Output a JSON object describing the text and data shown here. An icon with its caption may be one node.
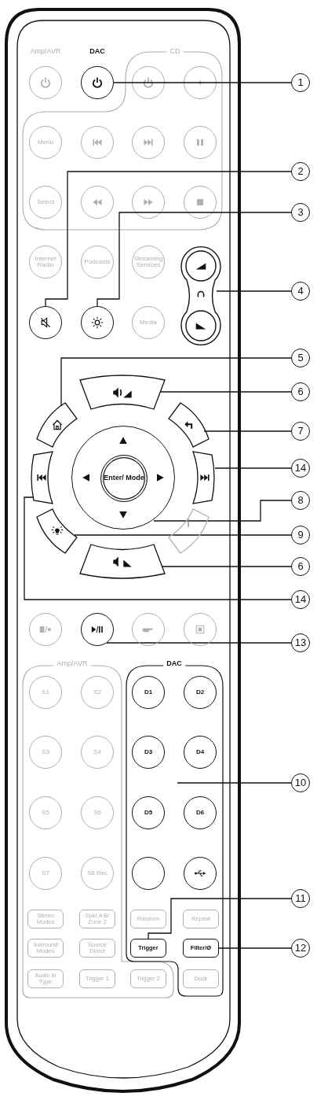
{
  "diagram": {
    "nodes": [
      {
        "text": [
          "CD"
        ]
      },
      {
        "text": [],
        "shape": "circle"
      },
      {
        "text": [],
        "shape": "circle"
      },
      {
        "text": [],
        "shape": "circle",
        "in": 0
      },
      {
        "text": [],
        "shape": "circle",
        "in": 0
      },
      {
        "text": [
          "Menu"
        ],
        "in": 0
      },
      {
        "text": [],
        "shape": "circle",
        "in": 0
      },
      {
        "text": [],
        "shape": "circle",
        "in": 0
      },
      {
        "text": [],
        "shape": "circle",
        "in": 0
      },
      {
        "text": [
          "Select"
        ],
        "in": 0
      },
      {
        "text": [],
        "shape": "circle",
        "in": 0
      },
      {
        "text": [],
        "shape": "circle",
        "in": 0
      },
      {
        "text": [],
        "shape": "circle",
        "in": 0
      },
      {
        "text": [
          "Internet Radio"
        ]
      },
      {
        "text": [
          "Podcasts"
        ]
      },
      {
        "text": [
          "Streaming Services"
        ]
      },
      {
        "text": [],
        "shape": "box"
      },
      {
        "text": [],
        "shape": "circle"
      },
      {
        "text": [],
        "shape": "circle"
      },
      {
        "text": [
          "Media"
        ]
      },
      {
        "text": [],
        "shape": "box"
      },
      {
        "text": [],
        "shape": "box"
      },
      {
        "text": [],
        "shape": "box"
      },
      {
        "text": [],
        "shape": "box"
      },
      {
        "text": [],
        "shape": "circle"
      },
      {
        "text": [
          "Enter/ Mode"
        ],
        "in": 24
      },
      {
        "text": [],
        "shape": "box"
      },
      {
        "text": [],
        "shape": "box"
      },
      {
        "text": [],
        "shape": "box"
      },
      {
        "text": [],
        "shape": "box"
      },
      {
        "text": [],
        "shape": "circle"
      },
      {
        "text": [],
        "shape": "circle"
      },
      {
        "text": [],
        "shape": "circle"
      },
      {
        "text": [],
        "shape": "circle"
      },
      {
        "text": [
          "Amp/AVR"
        ]
      },
      {
        "text": [
          "S1"
        ],
        "in": 34
      },
      {
        "text": [
          "S2"
        ],
        "in": 34
      },
      {
        "text": [
          "S3"
        ],
        "in": 34
      },
      {
        "text": [
          "S4"
        ],
        "in": 34
      },
      {
        "text": [
          "S5"
        ],
        "in": 34
      },
      {
        "text": [
          "S6"
        ],
        "in": 34
      },
      {
        "text": [
          "S7"
        ],
        "in": 34
      },
      {
        "text": [
          "S8 Rec"
        ],
        "in": 34
      },
      {
        "text": [
          "DAC"
        ]
      },
      {
        "text": [
          "D1"
        ],
        "in": 43
      },
      {
        "text": [
          "D2"
        ],
        "in": 43
      },
      {
        "text": [
          "D3"
        ],
        "in": 43
      },
      {
        "text": [
          "D4"
        ],
        "in": 43
      },
      {
        "text": [
          "D5"
        ],
        "in": 43
      },
      {
        "text": [
          "D6"
        ],
        "in": 43
      },
      {
        "text": [],
        "shape": "circle",
        "in": 43
      },
      {
        "text": [],
        "shape": "circle",
        "in": 43
      },
      {
        "text": [
          "Stereo Modes"
        ],
        "in": 34
      },
      {
        "text": [
          "Spkr A B/ Zone 2"
        ],
        "in": 34
      },
      {
        "text": [
          "Random"
        ],
        "in": 43
      },
      {
        "text": [
          "Repeat"
        ],
        "in": 43
      },
      {
        "text": [
          "Surround Modes"
        ],
        "in": 34
      },
      {
        "text": [
          "Source Direct"
        ],
        "in": 34
      },
      {
        "text": [
          "Trigger"
        ],
        "in": 43
      },
      {
        "text": [
          "Filter/Ø"
        ],
        "in": 43
      },
      {
        "text": [
          "Audio In Type"
        ],
        "in": 34
      },
      {
        "text": [
          "Trigger 1"
        ],
        "in": 34
      },
      {
        "text": [
          "Trigger 2"
        ],
        "in": 34
      },
      {
        "text": [
          "Dock"
        ],
        "in": 43
      },
      {
        "text": [
          "1"
        ]
      },
      {
        "text": [
          "2"
        ]
      },
      {
        "text": [
          "3"
        ]
      },
      {
        "text": [
          "4"
        ]
      },
      {
        "text": [
          "5"
        ]
      },
      {
        "text": [
          "6"
        ]
      },
      {
        "text": [
          "7"
        ]
      },
      {
        "text": [
          "14"
        ]
      },
      {
        "text": [
          "8"
        ]
      },
      {
        "text": [
          "9"
        ]
      },
      {
        "text": [
          "6"
        ]
      },
      {
        "text": [
          "14"
        ]
      },
      {
        "text": [
          "13"
        ]
      },
      {
        "text": [
          "10"
        ]
      },
      {
        "text": [
          "11"
        ]
      },
      {
        "text": [
          "12"
        ]
      }
    ],
    "edges": [
      {
        "from": 64,
        "to": 2,
        "arrow": "none"
      },
      {
        "from": 65,
        "to": 17,
        "arrow": "none"
      },
      {
        "from": 66,
        "to": 18,
        "arrow": "none"
      },
      {
        "from": 67,
        "to": 16,
        "arrow": "none"
      },
      {
        "from": 68,
        "to": 21,
        "arrow": "none"
      },
      {
        "from": 69,
        "to": 20,
        "arrow": "none"
      },
      {
        "from": 70,
        "to": 22,
        "arrow": "none"
      },
      {
        "from": 71,
        "to": 26,
        "arrow": "none"
      },
      {
        "from": 72,
        "to": 24,
        "arrow": "none"
      },
      {
        "from": 73,
        "to": 27,
        "arrow": "none"
      },
      {
        "from": 74,
        "to": 29,
        "arrow": "none"
      },
      {
        "from": 75,
        "to": 23,
        "arrow": "none"
      },
      {
        "from": 76,
        "to": 31,
        "arrow": "none"
      },
      {
        "from": 77,
        "to": 43,
        "arrow": "none"
      },
      {
        "from": 78,
        "to": 58,
        "arrow": "none"
      },
      {
        "from": 79,
        "to": 59,
        "arrow": "none"
      }
    ],
    "labels": [
      "Amp/AVR",
      "DAC"
    ]
  }
}
